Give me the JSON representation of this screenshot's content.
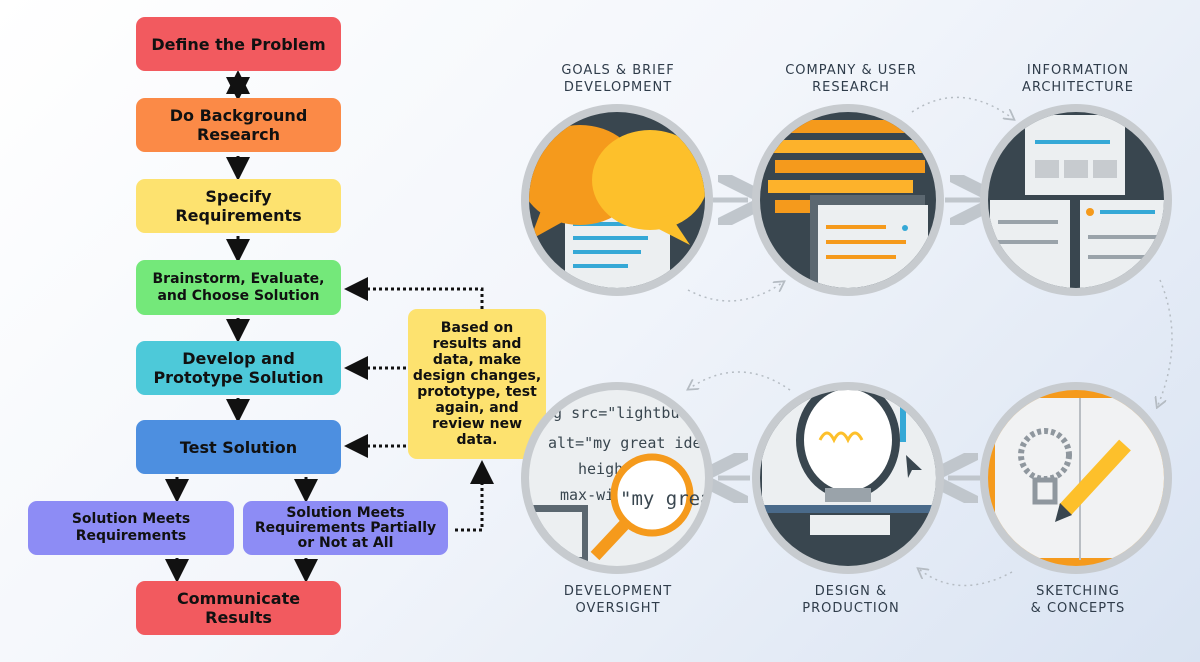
{
  "flowchart": {
    "steps": [
      {
        "label": "Define the Problem",
        "color": "#f25a5f"
      },
      {
        "label": "Do Background Research",
        "color": "#fb8a47"
      },
      {
        "label": "Specify Requirements",
        "color": "#fde26f"
      },
      {
        "label": "Brainstorm, Evaluate, and Choose Solution",
        "color": "#74e87a"
      },
      {
        "label": "Develop and Prototype Solution",
        "color": "#4dc9d9"
      },
      {
        "label": "Test Solution",
        "color": "#4d8fe0"
      },
      {
        "label": "Solution Meets Requirements",
        "color": "#8d8cf5"
      },
      {
        "label": "Solution Meets Requirements Partially or Not at All",
        "color": "#8d8cf5"
      },
      {
        "label": "Communicate Results",
        "color": "#f25a5f"
      }
    ],
    "feedback_note": "Based on results and data, make design changes, prototype, test again, and review new data."
  },
  "process": {
    "stages": [
      {
        "caption": "GOALS & BRIEF\nDEVELOPMENT",
        "icon": "speech-bubbles-icon"
      },
      {
        "caption": "COMPANY & USER\nRESEARCH",
        "icon": "research-documents-icon"
      },
      {
        "caption": "INFORMATION\nARCHITECTURE",
        "icon": "sitemap-icon"
      },
      {
        "caption": "SKETCHING\n& CONCEPTS",
        "icon": "sketchbook-pencil-icon"
      },
      {
        "caption": "DESIGN &\nPRODUCTION",
        "icon": "lightbulb-screen-icon"
      },
      {
        "caption": "DEVELOPMENT\nOVERSIGHT",
        "icon": "code-magnifier-icon"
      }
    ],
    "code_lines": [
      "img src=\"lightbulb.svg",
      "alt=\"my great ideas\"",
      "height=\"lig",
      "max-wid",
      "\"my grea"
    ]
  },
  "colors": {
    "accent_orange": "#f59a1c",
    "dark_slate": "#39464f",
    "ring_gray": "#c7cbcf"
  }
}
